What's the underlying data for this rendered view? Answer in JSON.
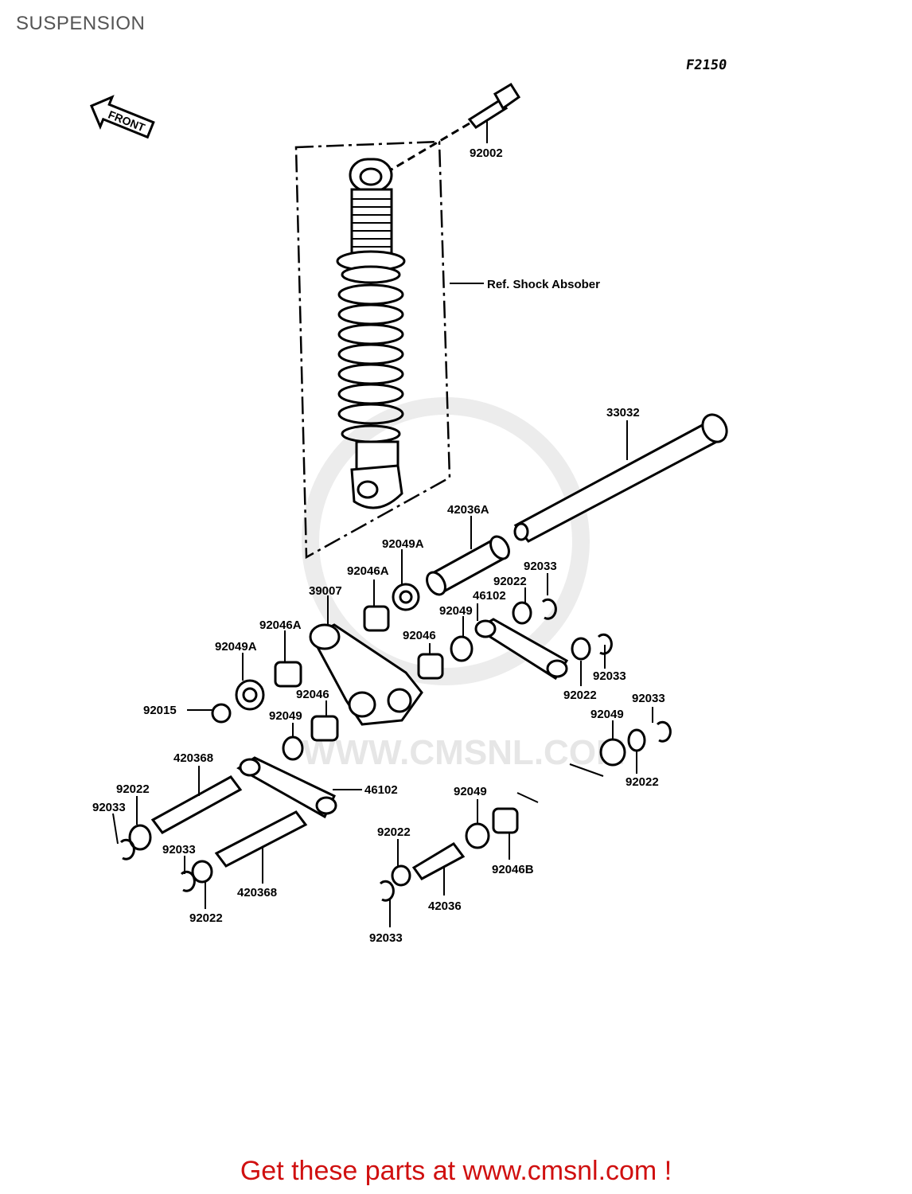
{
  "page_title": "SUSPENSION",
  "figure_code": "F2150",
  "front_label": "FRONT",
  "watermark": "WWW.CMSNL.COM",
  "footer": "Get these parts at www.cmsnl.com !",
  "callouts": {
    "c92002": "92002",
    "ref_shock": "Ref. Shock Absober",
    "c33032": "33032",
    "c42036A": "42036A",
    "c92049A_top": "92049A",
    "c92046A_top": "92046A",
    "c39007": "39007",
    "c92022_a": "92022",
    "c92033_a": "92033",
    "c46102_top": "46102",
    "c92049_a": "92049",
    "c92046_a": "92046",
    "c92046A_left": "92046A",
    "c92049A_left": "92049A",
    "c92015": "92015",
    "c92046_b": "92046",
    "c92049_b": "92049",
    "c92033_b": "92033",
    "c92022_b": "92022",
    "c92033_c": "92033",
    "c92049_c": "92049",
    "c92022_c": "92022",
    "c420368_top": "420368",
    "c46102_bottom": "46102",
    "c92022_d": "92022",
    "c92033_d": "92033",
    "c92033_e": "92033",
    "c92022_e": "92022",
    "c420368_bottom": "420368",
    "c92049_d": "92049",
    "c92022_f": "92022",
    "c92046B": "92046B",
    "c42036": "42036",
    "c92033_f": "92033"
  }
}
